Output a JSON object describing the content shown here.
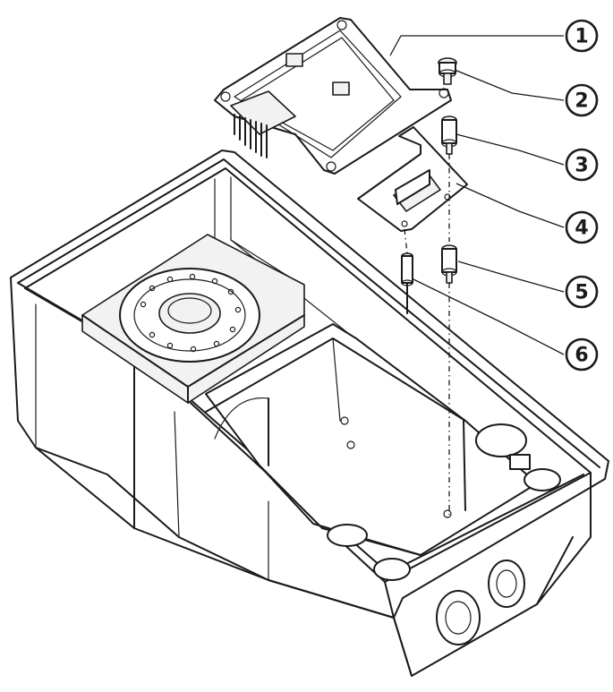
{
  "callouts": [
    {
      "label": "1",
      "part": "circuit-board"
    },
    {
      "label": "2",
      "part": "screw"
    },
    {
      "label": "3",
      "part": "standoff"
    },
    {
      "label": "4",
      "part": "connector-board"
    },
    {
      "label": "5",
      "part": "standoff"
    },
    {
      "label": "6",
      "part": "pin"
    }
  ],
  "colors": {
    "line": "#1a1a1a",
    "background": "#ffffff"
  }
}
